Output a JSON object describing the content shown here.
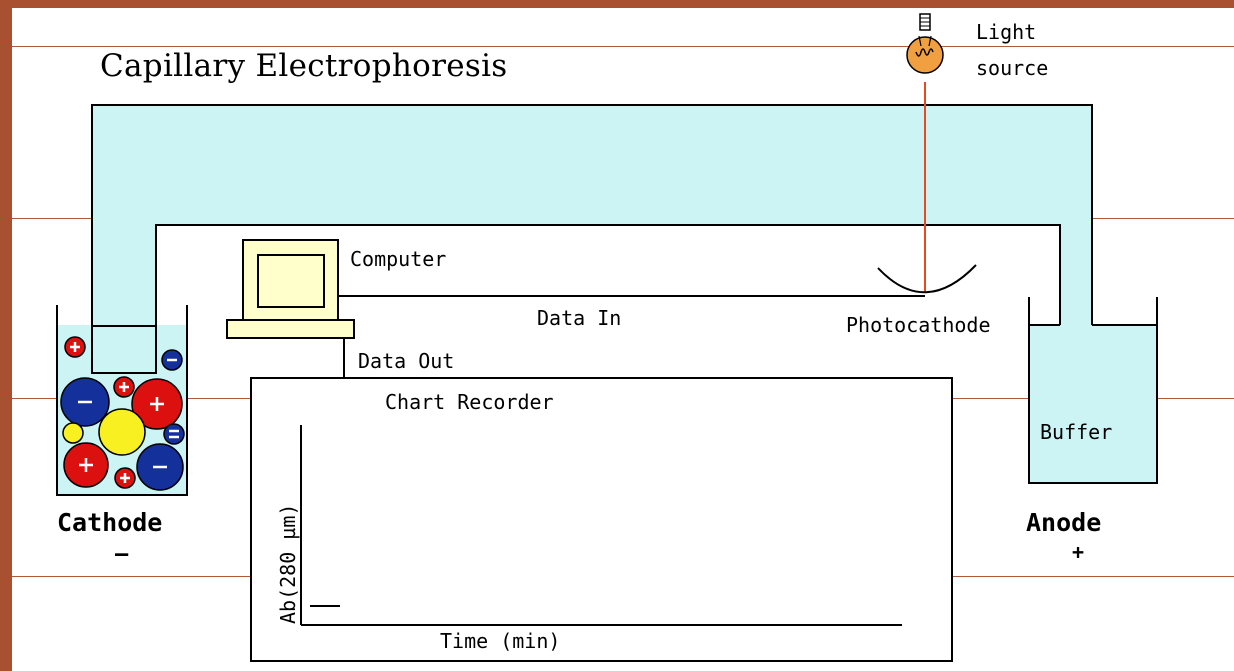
{
  "title": "Capillary Electrophoresis",
  "labels": {
    "light": "Light",
    "source": "source",
    "computer": "Computer",
    "data_in": "Data In",
    "data_out": "Data Out",
    "photocathode": "Photocathode",
    "chart_recorder": "Chart Recorder",
    "buffer": "Buffer",
    "cathode": "Cathode",
    "cathode_sign": "—",
    "anode": "Anode",
    "anode_sign": "+",
    "y_axis": "Ab(280 µm)",
    "x_axis": "Time (min)"
  },
  "colors": {
    "background": "#a8502f",
    "capillary": "#ccf4f4",
    "computer": "#ffffcc",
    "light_beam": "#e84a20",
    "bulb": "#f0a040",
    "positive_ion": "#dd1010",
    "negative_ion": "#14309a",
    "neutral": "#f8f020"
  },
  "icons": [
    "light-bulb-icon",
    "computer-icon"
  ]
}
